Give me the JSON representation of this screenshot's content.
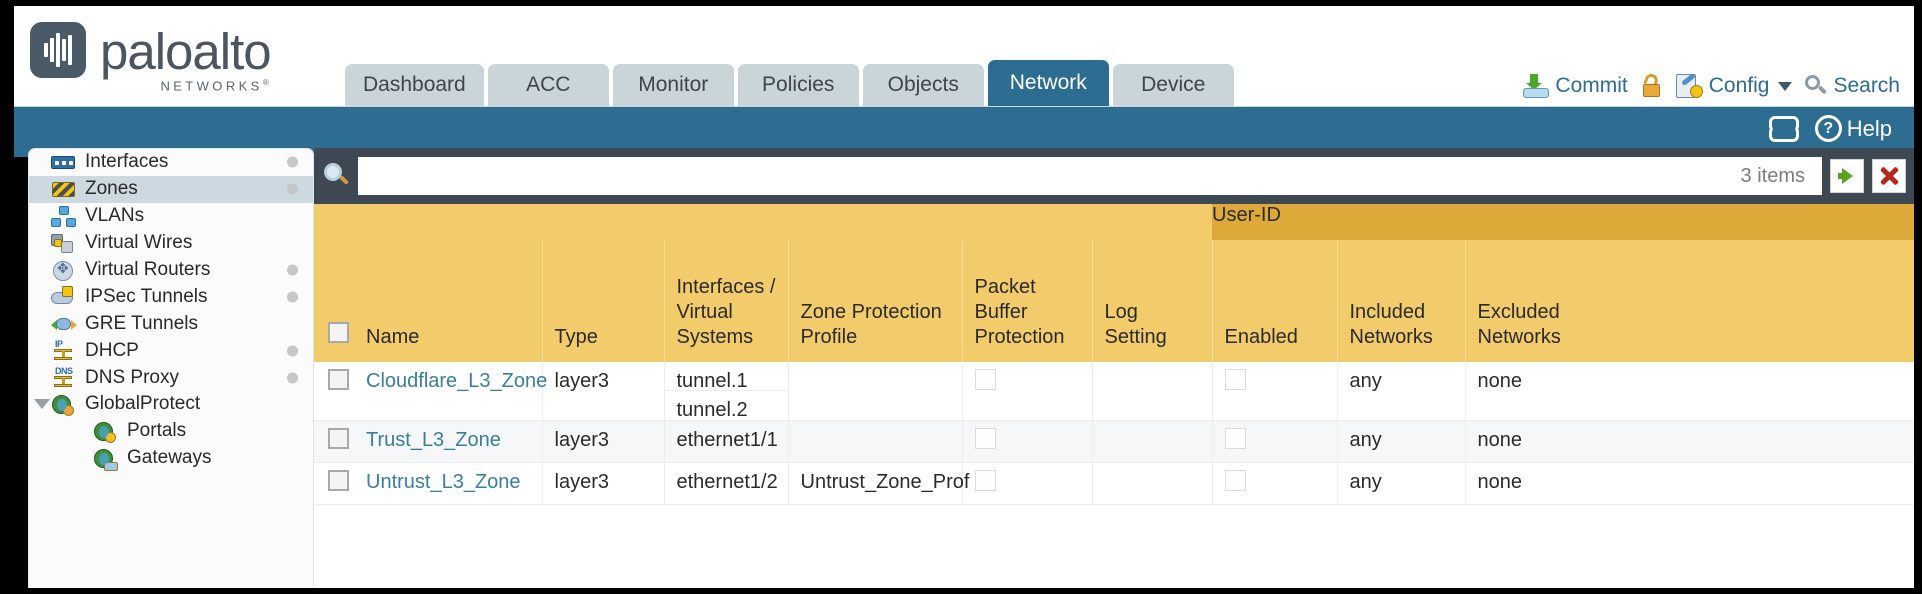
{
  "brand": {
    "name": "paloalto",
    "sub": "NETWORKS",
    "reg": "®"
  },
  "nav": {
    "tabs": [
      {
        "label": "Dashboard",
        "active": false
      },
      {
        "label": "ACC",
        "active": false
      },
      {
        "label": "Monitor",
        "active": false
      },
      {
        "label": "Policies",
        "active": false
      },
      {
        "label": "Objects",
        "active": false
      },
      {
        "label": "Network",
        "active": true
      },
      {
        "label": "Device",
        "active": false
      }
    ],
    "actions": [
      {
        "label": "Commit",
        "icon": "commit-icon"
      },
      {
        "label": "",
        "icon": "lock-icon"
      },
      {
        "label": "Config",
        "icon": "config-icon",
        "caret": true
      },
      {
        "label": "Search",
        "icon": "search-icon"
      }
    ]
  },
  "banner": {
    "refresh_icon": "refresh-icon",
    "help_label": "Help",
    "help_icon": "help-icon"
  },
  "sidebar": {
    "items": [
      {
        "label": "Interfaces",
        "icon": "interfaces-icon",
        "selected": false,
        "dot": true,
        "child": false,
        "expander": false
      },
      {
        "label": "Zones",
        "icon": "zones-icon",
        "selected": true,
        "dot": true,
        "child": false,
        "expander": false
      },
      {
        "label": "VLANs",
        "icon": "vlans-icon",
        "selected": false,
        "dot": false,
        "child": false,
        "expander": false
      },
      {
        "label": "Virtual Wires",
        "icon": "virtual-wires-icon",
        "selected": false,
        "dot": false,
        "child": false,
        "expander": false
      },
      {
        "label": "Virtual Routers",
        "icon": "virtual-routers-icon",
        "selected": false,
        "dot": true,
        "child": false,
        "expander": false
      },
      {
        "label": "IPSec Tunnels",
        "icon": "ipsec-tunnels-icon",
        "selected": false,
        "dot": true,
        "child": false,
        "expander": false
      },
      {
        "label": "GRE Tunnels",
        "icon": "gre-tunnels-icon",
        "selected": false,
        "dot": false,
        "child": false,
        "expander": false
      },
      {
        "label": "DHCP",
        "icon": "dhcp-icon",
        "selected": false,
        "dot": true,
        "child": false,
        "expander": false
      },
      {
        "label": "DNS Proxy",
        "icon": "dns-proxy-icon",
        "selected": false,
        "dot": true,
        "child": false,
        "expander": false
      },
      {
        "label": "GlobalProtect",
        "icon": "globalprotect-icon",
        "selected": false,
        "dot": false,
        "child": false,
        "expander": true
      },
      {
        "label": "Portals",
        "icon": "portals-icon",
        "selected": false,
        "dot": false,
        "child": true,
        "expander": false
      },
      {
        "label": "Gateways",
        "icon": "gateways-icon",
        "selected": false,
        "dot": false,
        "child": true,
        "expander": false
      }
    ]
  },
  "search": {
    "value": "",
    "placeholder": "",
    "items_count": "3 items",
    "apply_icon": "green-arrow-icon",
    "clear_icon": "red-x-icon",
    "magnifier_icon": "magnifier-icon"
  },
  "table": {
    "group_header": "User-ID",
    "columns": [
      "Name",
      "Type",
      "Interfaces /\nVirtual\nSystems",
      "Zone Protection\nProfile",
      "Packet Buffer\nProtection",
      "Log Setting",
      "Enabled",
      "Included\nNetworks",
      "Excluded\nNetworks"
    ],
    "column_labels": {
      "name": "Name",
      "type": "Type",
      "interfaces_l1": "Interfaces /",
      "interfaces_l2": "Virtual",
      "interfaces_l3": "Systems",
      "zone_protection_l1": "Zone Protection",
      "zone_protection_l2": "Profile",
      "packet_buffer_l1": "Packet Buffer",
      "packet_buffer_l2": "Protection",
      "log_setting": "Log Setting",
      "enabled": "Enabled",
      "included_l1": "Included",
      "included_l2": "Networks",
      "excluded_l1": "Excluded",
      "excluded_l2": "Networks"
    },
    "rows": [
      {
        "name": "Cloudflare_L3_Zone",
        "type": "layer3",
        "interfaces": [
          "tunnel.1",
          "tunnel.2"
        ],
        "zone_protection_profile": "",
        "packet_buffer_protection": false,
        "log_setting": "",
        "userid_enabled": false,
        "included_networks": "any",
        "excluded_networks": "none",
        "alt": false
      },
      {
        "name": "Trust_L3_Zone",
        "type": "layer3",
        "interfaces": [
          "ethernet1/1"
        ],
        "zone_protection_profile": "",
        "packet_buffer_protection": false,
        "log_setting": "",
        "userid_enabled": false,
        "included_networks": "any",
        "excluded_networks": "none",
        "alt": true
      },
      {
        "name": "Untrust_L3_Zone",
        "type": "layer3",
        "interfaces": [
          "ethernet1/2"
        ],
        "zone_protection_profile": "Untrust_Zone_Prof",
        "packet_buffer_protection": false,
        "log_setting": "",
        "userid_enabled": false,
        "included_networks": "any",
        "excluded_networks": "none",
        "alt": false
      }
    ]
  },
  "colors": {
    "brand_blue": "#2d6d91",
    "header_gold": "#f2cb6a",
    "group_gold": "#ddaa39",
    "panel_dark": "#3d4852",
    "link": "#3a7f9e",
    "tab_inactive": "#c9d5d8"
  }
}
